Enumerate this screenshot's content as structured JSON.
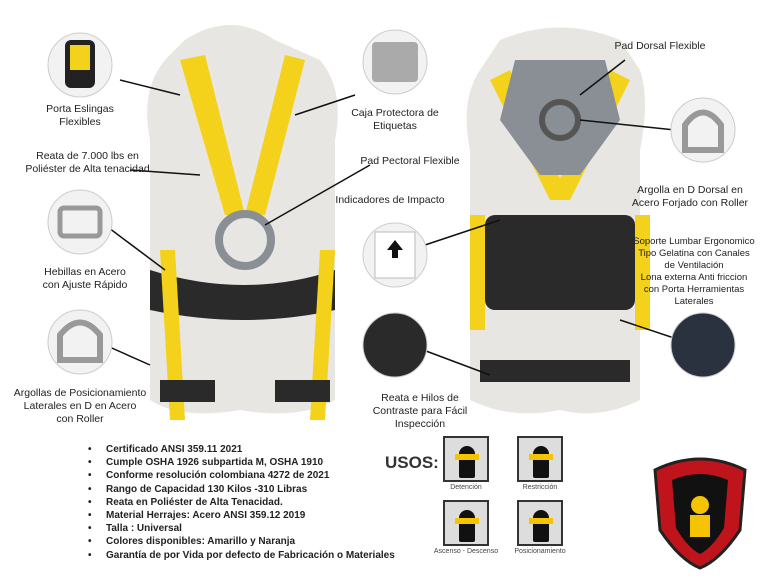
{
  "callouts_front": [
    {
      "lines": [
        "Porta Eslingas",
        "Flexibles"
      ]
    },
    {
      "lines": [
        "Reata de 7.000 lbs en",
        "Poliéster de Alta tenacidad"
      ]
    },
    {
      "lines": [
        "Hebillas en Acero",
        "con Ajuste Rápido"
      ]
    },
    {
      "lines": [
        "Argollas de Posicionamiento",
        "Laterales en D en Acero",
        "con Roller"
      ]
    }
  ],
  "callouts_middle": [
    {
      "lines": [
        "Caja Protectora de",
        "Etiquetas"
      ]
    },
    {
      "lines": [
        "Pad Pectoral Flexible"
      ]
    },
    {
      "lines": [
        "Indicadores de Impacto"
      ]
    },
    {
      "lines": [
        "Reata e Hilos de",
        "Contraste para Fácil",
        "Inspección"
      ]
    }
  ],
  "callouts_back": [
    {
      "lines": [
        "Pad Dorsal Flexible"
      ]
    },
    {
      "lines": [
        "Argolla en D Dorsal en",
        "Acero Forjado con Roller"
      ]
    },
    {
      "lines": [
        "Soporte Lumbar Ergonomico",
        "Tipo Gelatina con Canales",
        "de Ventilación",
        "Lona externa Anti friccion",
        "con Porta Herramientas",
        "Laterales"
      ]
    }
  ],
  "specs": [
    "Certificado ANSI 359.11 2021",
    "Cumple OSHA 1926 subpartida M, OSHA 1910",
    "Conforme resolución colombiana 4272 de 2021",
    "Rango de Capacidad 130 Kilos -310 Libras",
    "Reata en Poliéster de Alta Tenacidad.",
    "Material Herrajes: Acero ANSI 359.12 2019",
    "Talla : Universal",
    "Colores disponibles: Amarillo y Naranja",
    "Garantía de por Vida por defecto de Fabricación o Materiales"
  ],
  "usos": {
    "title": "USOS:",
    "items": [
      "Detención",
      "Restricción",
      "Ascenso - Descenso",
      "Posicionamiento"
    ]
  },
  "colors": {
    "webbing": "#f4d21c",
    "padding": "#2a2a2a",
    "hardware": "#8a8f96",
    "mannequin": "#e8e6e2"
  }
}
